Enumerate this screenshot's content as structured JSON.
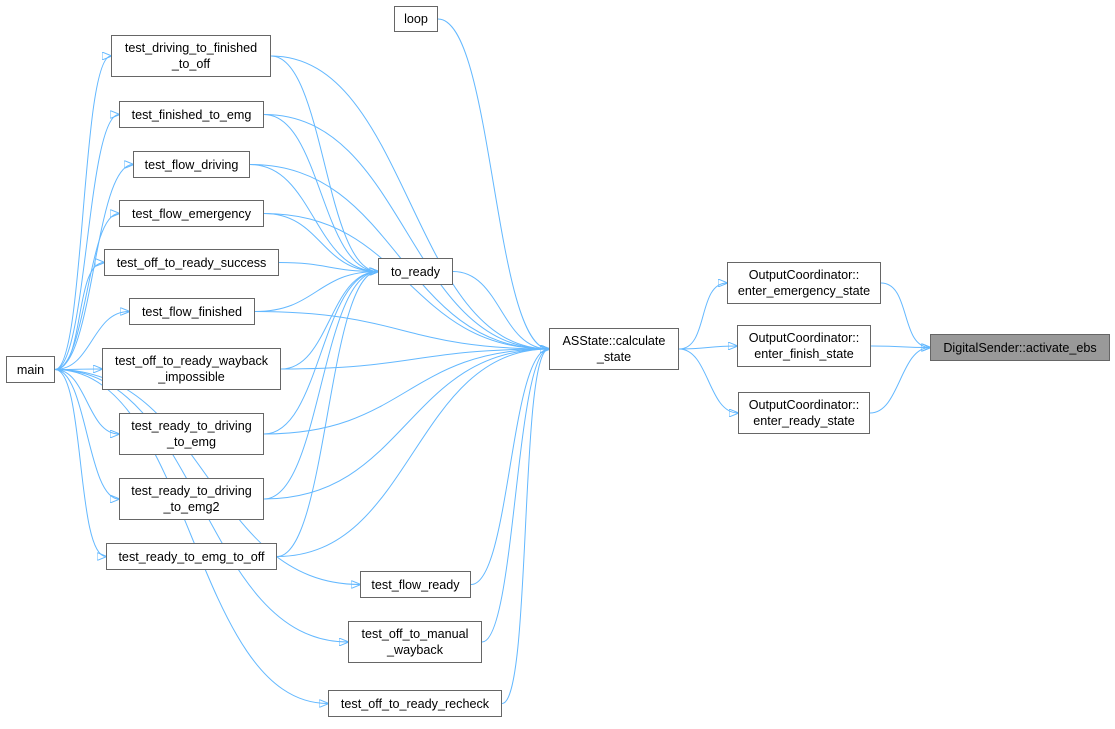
{
  "graph": {
    "edge_color": "#63b8ff",
    "node_border_color": "#666666",
    "target_fill": "#999999",
    "nodes": {
      "target": {
        "lines": [
          "DigitalSender::activate_ebs"
        ]
      },
      "oc_emg": {
        "lines": [
          "OutputCoordinator::",
          "enter_emergency_state"
        ]
      },
      "oc_finish": {
        "lines": [
          "OutputCoordinator::",
          "enter_finish_state"
        ]
      },
      "oc_ready": {
        "lines": [
          "OutputCoordinator::",
          "enter_ready_state"
        ]
      },
      "calc": {
        "lines": [
          "ASState::calculate",
          "_state"
        ]
      },
      "to_ready": {
        "lines": [
          "to_ready"
        ]
      },
      "loop": {
        "lines": [
          "loop"
        ]
      },
      "main": {
        "lines": [
          "main"
        ]
      },
      "t_dfo": {
        "lines": [
          "test_driving_to_finished",
          "_to_off"
        ]
      },
      "t_fte": {
        "lines": [
          "test_finished_to_emg"
        ]
      },
      "t_fd": {
        "lines": [
          "test_flow_driving"
        ]
      },
      "t_fe": {
        "lines": [
          "test_flow_emergency"
        ]
      },
      "t_otrs": {
        "lines": [
          "test_off_to_ready_success"
        ]
      },
      "t_ff": {
        "lines": [
          "test_flow_finished"
        ]
      },
      "t_otrwi": {
        "lines": [
          "test_off_to_ready_wayback",
          "_impossible"
        ]
      },
      "t_rtde": {
        "lines": [
          "test_ready_to_driving",
          "_to_emg"
        ]
      },
      "t_rtde2": {
        "lines": [
          "test_ready_to_driving",
          "_to_emg2"
        ]
      },
      "t_rteo": {
        "lines": [
          "test_ready_to_emg_to_off"
        ]
      },
      "t_fr": {
        "lines": [
          "test_flow_ready"
        ]
      },
      "t_otmw": {
        "lines": [
          "test_off_to_manual",
          "_wayback"
        ]
      },
      "t_otrr": {
        "lines": [
          "test_off_to_ready_recheck"
        ]
      }
    },
    "edges": [
      [
        "oc_emg",
        "target"
      ],
      [
        "oc_finish",
        "target"
      ],
      [
        "oc_ready",
        "target"
      ],
      [
        "calc",
        "oc_emg"
      ],
      [
        "calc",
        "oc_finish"
      ],
      [
        "calc",
        "oc_ready"
      ],
      [
        "loop",
        "calc"
      ],
      [
        "to_ready",
        "calc"
      ],
      [
        "t_dfo",
        "calc"
      ],
      [
        "t_fte",
        "calc"
      ],
      [
        "t_fd",
        "calc"
      ],
      [
        "t_fe",
        "calc"
      ],
      [
        "t_ff",
        "calc"
      ],
      [
        "t_otrwi",
        "calc"
      ],
      [
        "t_rtde",
        "calc"
      ],
      [
        "t_rtde2",
        "calc"
      ],
      [
        "t_rteo",
        "calc"
      ],
      [
        "t_fr",
        "calc"
      ],
      [
        "t_otmw",
        "calc"
      ],
      [
        "t_otrr",
        "calc"
      ],
      [
        "t_dfo",
        "to_ready"
      ],
      [
        "t_fte",
        "to_ready"
      ],
      [
        "t_fd",
        "to_ready"
      ],
      [
        "t_fe",
        "to_ready"
      ],
      [
        "t_otrs",
        "to_ready"
      ],
      [
        "t_ff",
        "to_ready"
      ],
      [
        "t_otrwi",
        "to_ready"
      ],
      [
        "t_rtde",
        "to_ready"
      ],
      [
        "t_rtde2",
        "to_ready"
      ],
      [
        "t_rteo",
        "to_ready"
      ],
      [
        "main",
        "t_dfo"
      ],
      [
        "main",
        "t_fte"
      ],
      [
        "main",
        "t_fd"
      ],
      [
        "main",
        "t_fe"
      ],
      [
        "main",
        "t_otrs"
      ],
      [
        "main",
        "t_ff"
      ],
      [
        "main",
        "t_otrwi"
      ],
      [
        "main",
        "t_rtde"
      ],
      [
        "main",
        "t_rtde2"
      ],
      [
        "main",
        "t_rteo"
      ],
      [
        "main",
        "t_fr"
      ],
      [
        "main",
        "t_otmw"
      ],
      [
        "main",
        "t_otrr"
      ]
    ]
  }
}
